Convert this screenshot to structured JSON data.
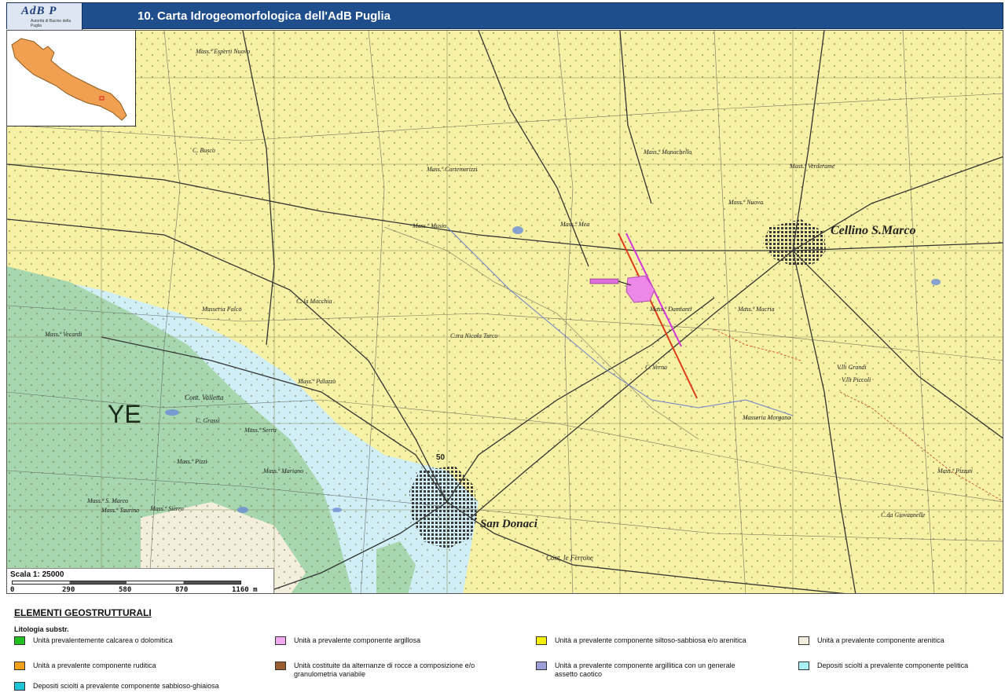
{
  "header": {
    "logo_text": "AdB P",
    "logo_sub": "Autorità di Bacino della Puglia",
    "title": "10. Carta Idrogeomorfologica dell'AdB Puglia"
  },
  "map": {
    "places": [
      {
        "id": "cellino",
        "label": "Cellino S.Marco"
      },
      {
        "id": "san-donaci",
        "label": "San Donaci"
      }
    ],
    "zone_label": "YE",
    "elevation_label": "50",
    "annotations": [
      "Mass.ª Esperti Nuovo",
      "C. Busco",
      "Mass.ª Cartemerizzi",
      "Mass.ª Musio",
      "Mass.ª Mea",
      "Mass.ª Monachello",
      "Mass.ª Verderame",
      "Mass.ª Nuova",
      "Mass.ª Damianti",
      "Mass.ª Macria",
      "C. Verna",
      "Masseria Falco",
      "C. la Macchia",
      "Mass.ª Vecardi",
      "Cont. Valletta",
      "Mass.ª Serra",
      "Mass.ª Mariano",
      "Mass.ª Pizzi",
      "Mass.ª S. Marco",
      "Mass.ª Taurino",
      "Mass.ª Sierro",
      "C. Grassi",
      "Mass.ª Palazzo",
      "Mass.ª Pizzuti",
      "C.da Giovannelle",
      "V.lli Grandi",
      "V.lli Piccoli",
      "Masseria Morgana",
      "C.tra Nicola Turco",
      "Cont. le Ferrone"
    ],
    "colors": {
      "arenitica": "#f6f1a4",
      "calcarea": "#a7d7ae",
      "pelitica": "#cfeef5",
      "argillosa": "#ee88e8",
      "beige": "#f4eedc",
      "road": "#222222",
      "fault_red": "#e03a1a",
      "fault_magenta": "#d633e0"
    }
  },
  "inset": {
    "region_color": "#f0a050"
  },
  "scale": {
    "label": "Scala 1: 25000",
    "ticks": [
      "0",
      "290",
      "580",
      "870",
      "1160 m"
    ]
  },
  "legend": {
    "title": "ELEMENTI GEOSTRUTTURALI",
    "subtitle": "Litologia substr.",
    "items": [
      {
        "label": "Unità prevalentemente calcarea o dolomitica",
        "color": "#22c122"
      },
      {
        "label": "Unità a prevalente componente argillosa",
        "color": "#f0a8ee"
      },
      {
        "label": "Unità a prevalente componente siltoso-sabbiosa e/o arenitica",
        "color": "#f6f000"
      },
      {
        "label": "Unità a prevalente componente arenitica",
        "color": "#f4eedc"
      },
      {
        "label": "Unità a prevalente componente ruditica",
        "color": "#f2a11a"
      },
      {
        "label": "Unità costituite da alternanze di rocce a composizione e/o granulometria variabile",
        "color": "#9a5c2e"
      },
      {
        "label": "Unità a prevalente componente argillitica con un generale assetto caotico",
        "color": "#9c9ed8"
      },
      {
        "label": "Depositi sciolti a prevalente componente pelitica",
        "color": "#a8f2f6"
      },
      {
        "label": "Depositi sciolti a prevalente componente sabbioso-ghiaiosa",
        "color": "#1fc6d8"
      }
    ]
  }
}
